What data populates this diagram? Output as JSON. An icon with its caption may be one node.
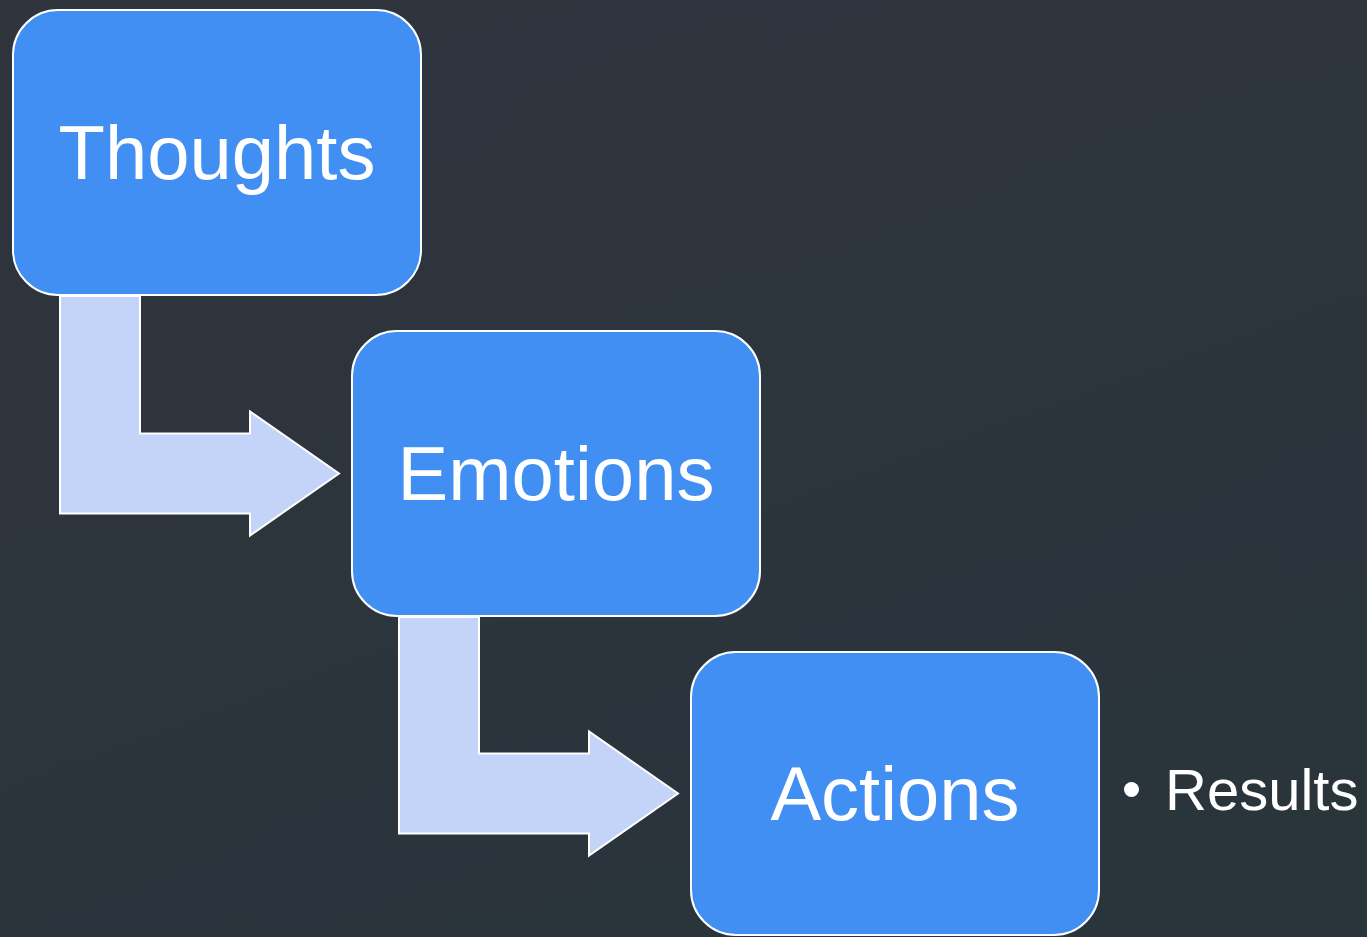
{
  "diagram": {
    "nodes": [
      {
        "text": [
          "Thoughts"
        ]
      },
      {
        "text": [
          "Emotions"
        ]
      },
      {
        "text": [
          "Actions"
        ],
        "beside": [
          "Results"
        ]
      }
    ],
    "edges": [
      {
        "from": 0,
        "to": 1,
        "arrow": "to",
        "style": "thick"
      },
      {
        "from": 1,
        "to": 2,
        "arrow": "to",
        "style": "thick"
      }
    ]
  }
}
